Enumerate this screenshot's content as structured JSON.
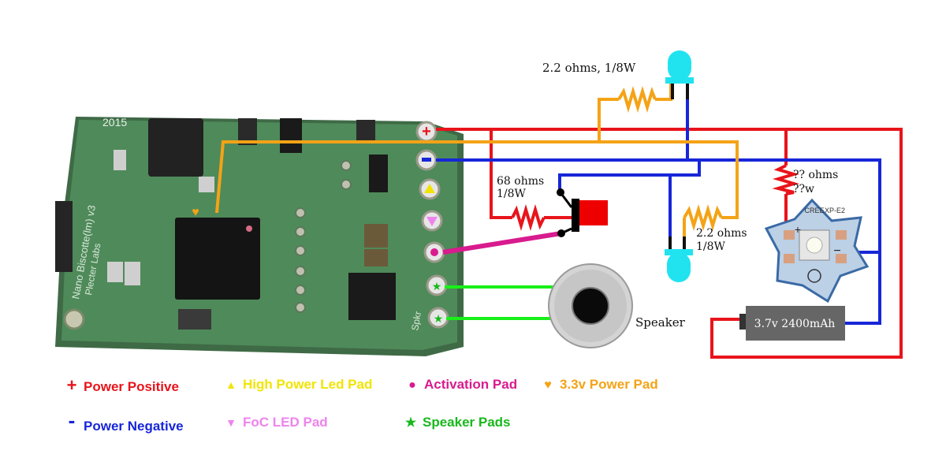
{
  "board": {
    "silk": {
      "year": "2015",
      "model_line1": "Nano Biscotte(lm) v3",
      "model_line2": "Plecter Labs",
      "pad_group": "Spkr"
    }
  },
  "components": {
    "resistor_top": "2.2 ohms, 1/8W",
    "resistor_left_line1": "68 ohms",
    "resistor_left_line2": "1/8W",
    "resistor_mid_line1": "2.2 ohms",
    "resistor_mid_line2": "1/8W",
    "resistor_right_line1": "?? ohms",
    "resistor_right_line2": "??w",
    "speaker": "Speaker",
    "battery": "3.7v 2400mAh",
    "led_star_brand": "CREE",
    "led_star_model": "XP-E2"
  },
  "legend": [
    {
      "symbol": "+",
      "label": "Power Positive",
      "color": "#e8141b"
    },
    {
      "symbol": "▲",
      "label": "High Power Led Pad",
      "color": "#f2e400"
    },
    {
      "symbol": "●",
      "label": "Activation Pad",
      "color": "#d81b8e"
    },
    {
      "symbol": "♥",
      "label": "3.3v Power Pad",
      "color": "#f4a316"
    },
    {
      "symbol": "-",
      "label": "Power Negative",
      "color": "#1726d8"
    },
    {
      "symbol": "▼",
      "label": "FoC LED Pad",
      "color": "#ee83ee"
    },
    {
      "symbol": "★",
      "label": "Speaker Pads",
      "color": "#19b81d"
    }
  ],
  "wire_colors": {
    "positive": "#e8141b",
    "negative": "#1726d8",
    "power33": "#f4a316",
    "activation": "#d81b8e",
    "speaker": "#19f019"
  }
}
